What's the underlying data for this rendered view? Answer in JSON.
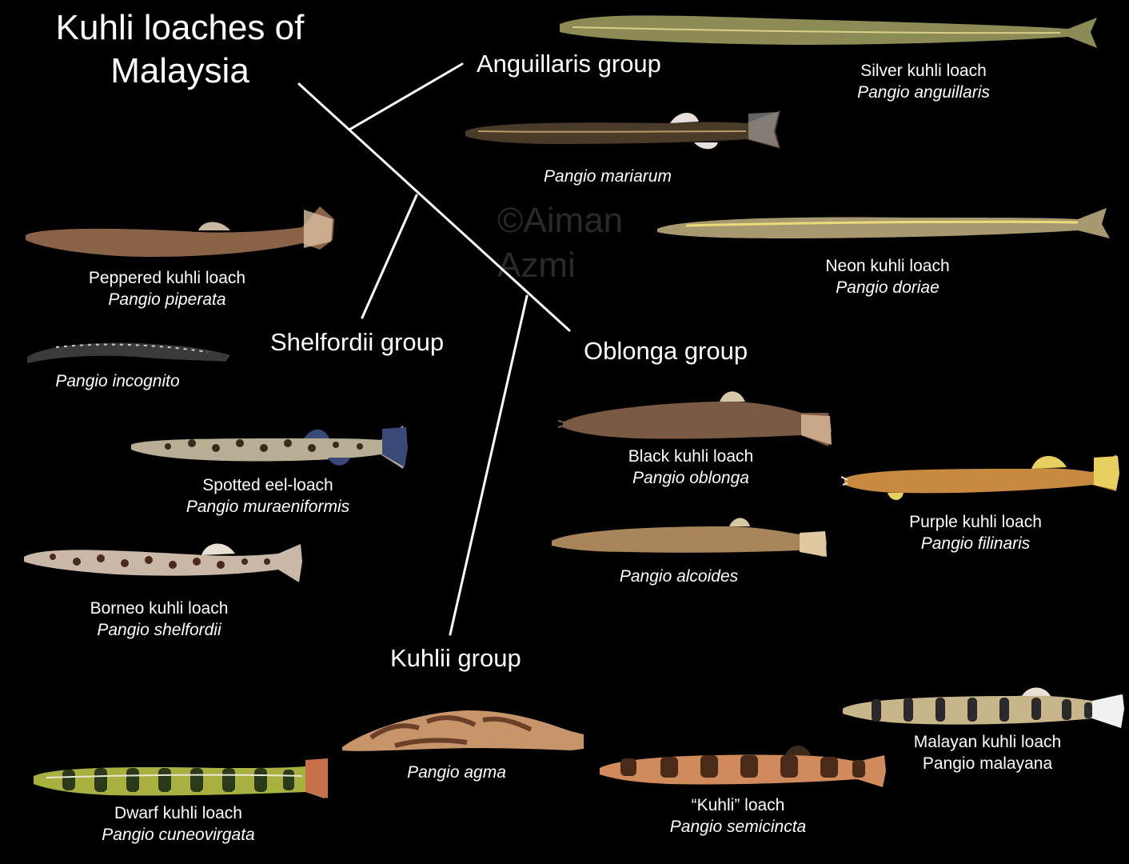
{
  "title": "Kuhli loaches of Malaysia",
  "watermark": "©Aiman Azmi",
  "groups": {
    "anguillaris": "Anguillaris group",
    "shelfordii": "Shelfordii group",
    "oblonga": "Oblonga group",
    "kuhlii": "Kuhlii group"
  },
  "species": {
    "anguillaris": {
      "common": "Silver kuhli loach",
      "scientific": "Pangio anguillaris"
    },
    "mariarum": {
      "common": "",
      "scientific": "Pangio mariarum"
    },
    "doriae": {
      "common": "Neon kuhli loach",
      "scientific": "Pangio doriae"
    },
    "piperata": {
      "common": "Peppered kuhli loach",
      "scientific": "Pangio piperata"
    },
    "incognito": {
      "common": "",
      "scientific": "Pangio incognito"
    },
    "muraeniformis": {
      "common": "Spotted eel-loach",
      "scientific": "Pangio muraeniformis"
    },
    "shelfordii": {
      "common": "Borneo kuhli loach",
      "scientific": "Pangio shelfordii"
    },
    "oblonga": {
      "common": "Black kuhli loach",
      "scientific": "Pangio oblonga"
    },
    "filinaris": {
      "common": "Purple kuhli loach",
      "scientific": "Pangio filinaris"
    },
    "alcoides": {
      "common": "",
      "scientific": "Pangio alcoides"
    },
    "agma": {
      "common": "",
      "scientific": "Pangio agma"
    },
    "malayana": {
      "common": "Malayan kuhli loach",
      "scientific": "Pangio malayana"
    },
    "semicincta": {
      "common": "“Kuhli” loach",
      "scientific": "Pangio semicincta"
    },
    "cuneovirgata": {
      "common": "Dwarf kuhli loach",
      "scientific": "Pangio cuneovirgata"
    }
  },
  "fish_colors": {
    "anguillaris": "#8c8a55",
    "mariarum": "#4a3a28",
    "doriae": "#a89870",
    "piperata": "#8a6248",
    "incognito": "#3a3a3a",
    "muraeniformis": "#b8ae96",
    "shelfordii": "#c9b8a8",
    "oblonga": "#7a5a42",
    "filinaris": "#c88a40",
    "alcoides": "#a8865a",
    "agma": "#c8946a",
    "malayana": "#c8b68a",
    "semicincta": "#d08a5c",
    "cuneovirgata": "#a8b040"
  }
}
